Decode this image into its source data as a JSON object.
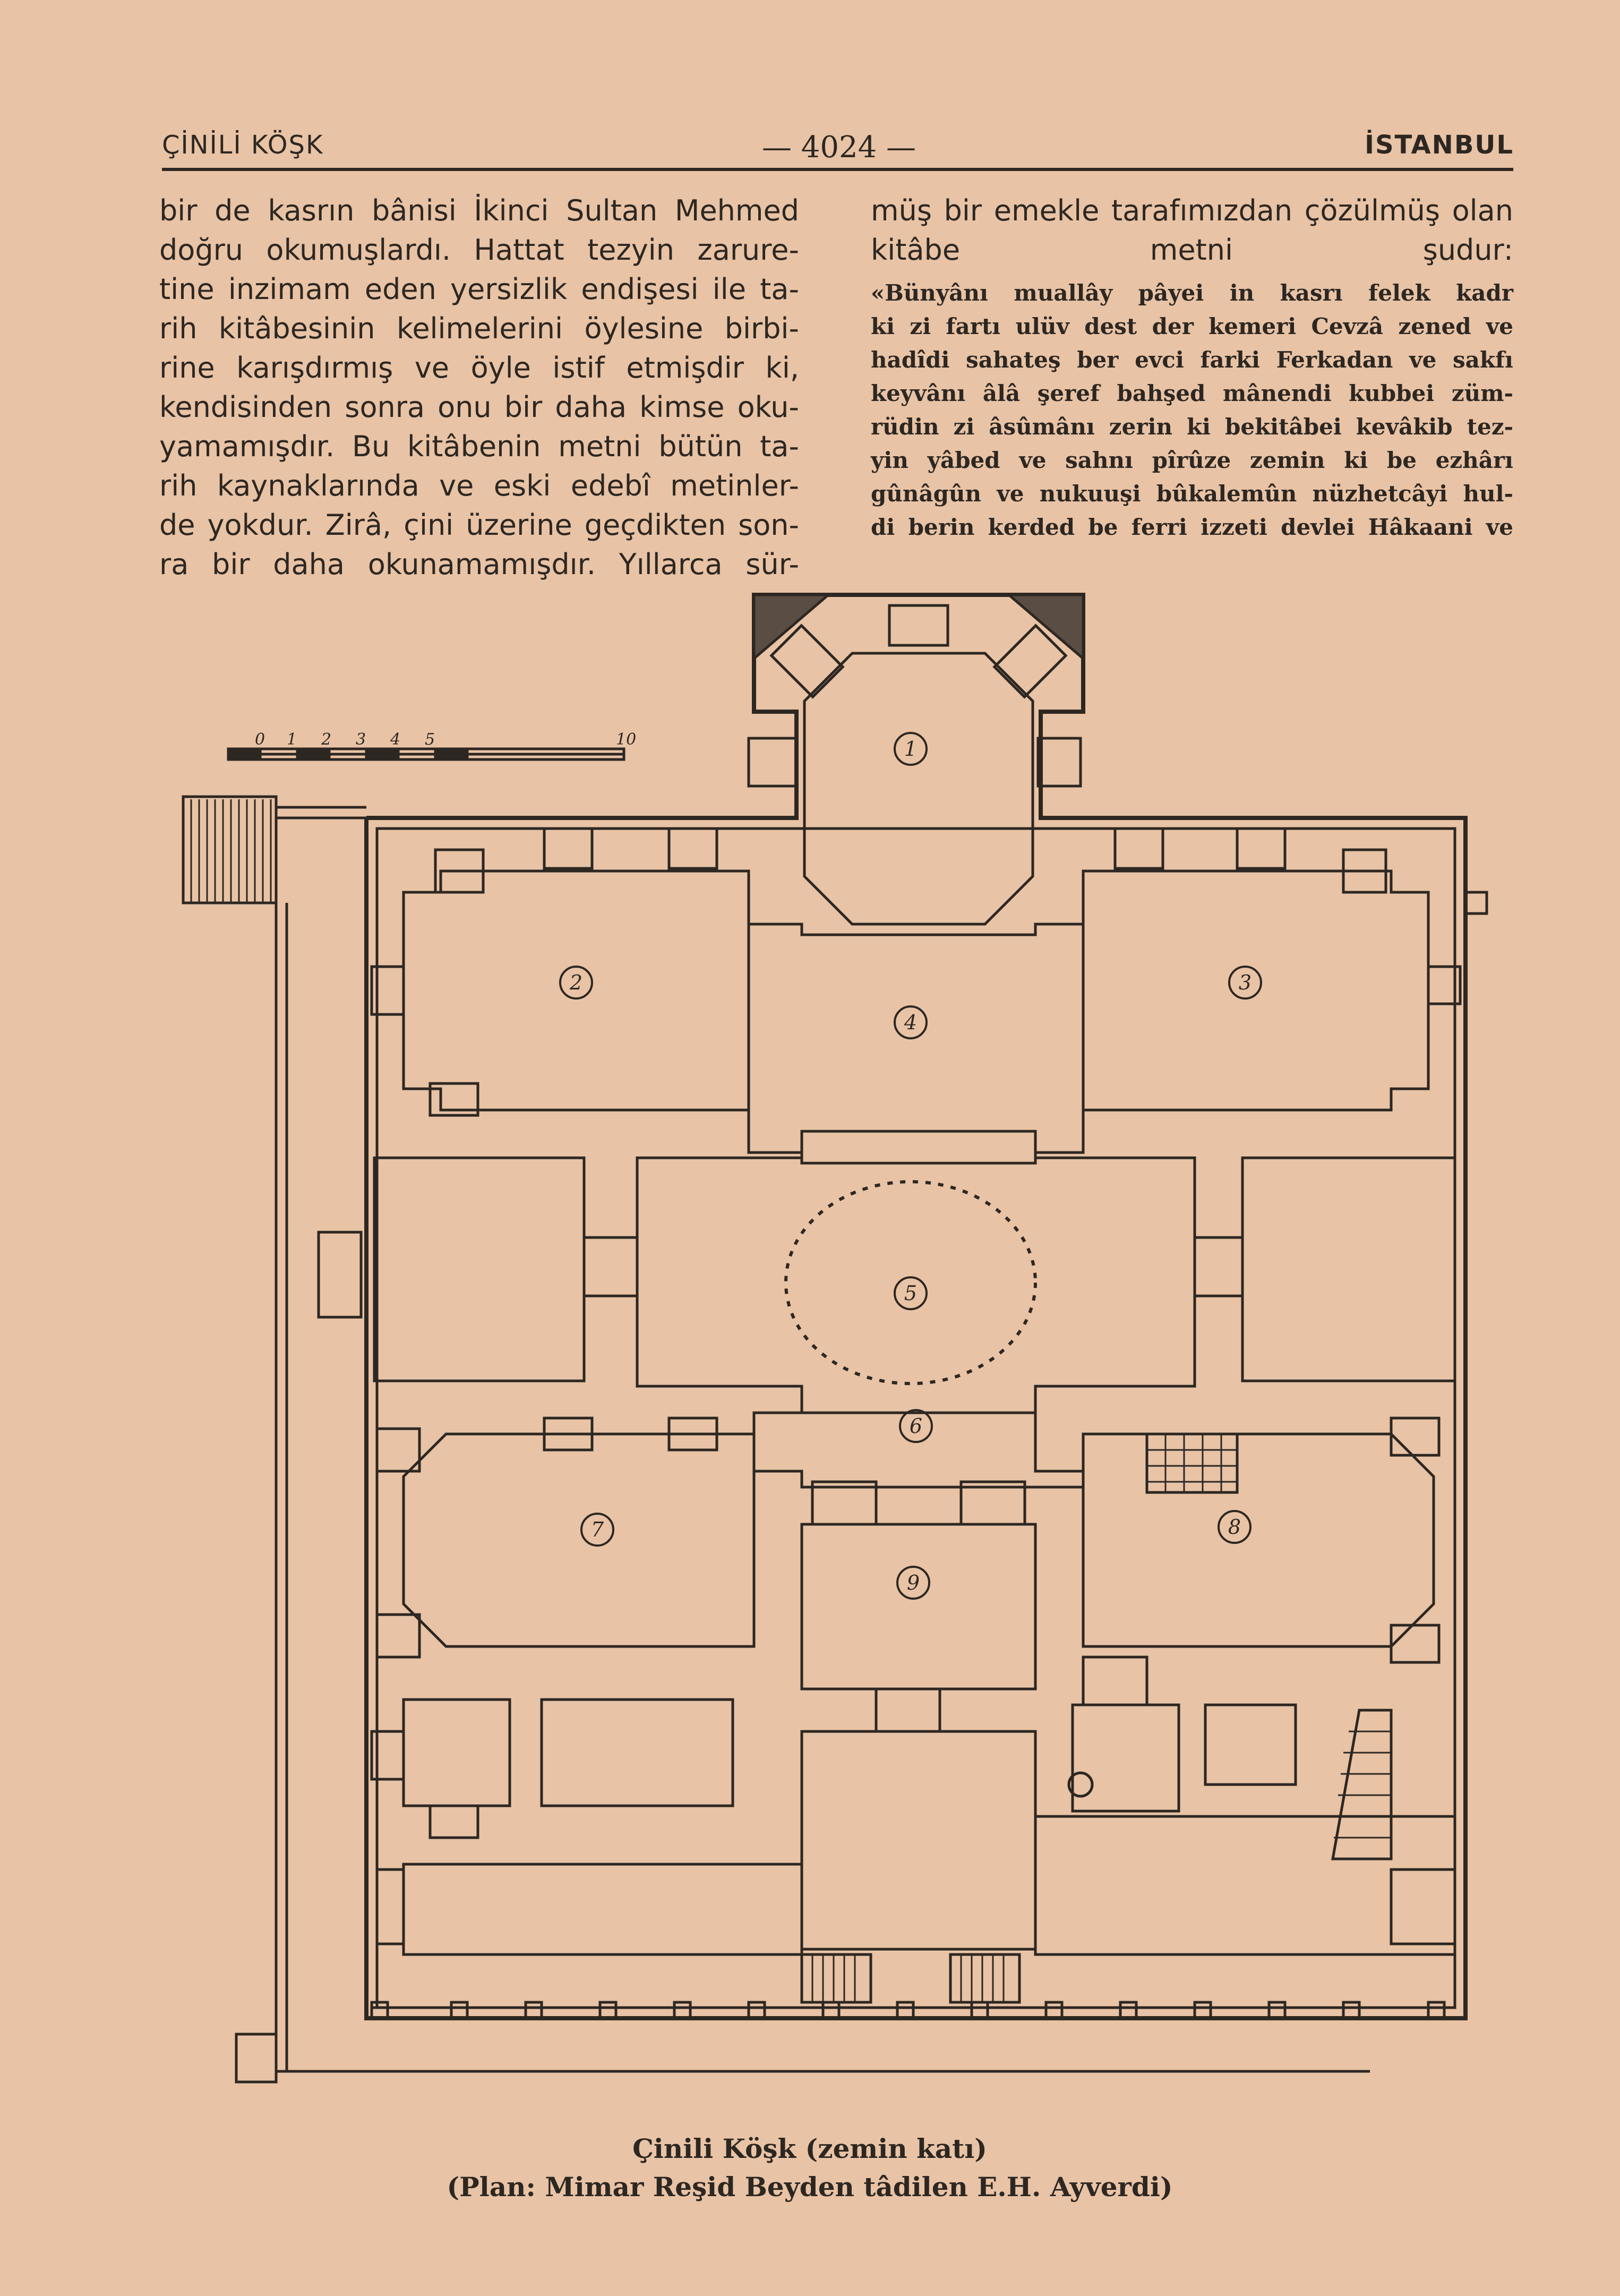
{
  "header": {
    "left": "ÇİNİLİ KÖŞK",
    "page_number": "— 4024 —",
    "right": "İSTANBUL"
  },
  "left_column": {
    "lines": [
      "bir de kasrın bânisi İkinci Sultan Mehmed",
      "doğru okumuşlardı. Hattat tezyin zarure-",
      "tine inzimam eden yersizlik endişesi ile ta-",
      "rih kitâbesinin kelimelerini öylesine birbi-",
      "rine karışdırmış ve öyle istif etmişdir ki,",
      "kendisinden sonra onu bir daha kimse oku-",
      "yamamışdır. Bu kitâbenin metni bütün ta-",
      "rih kaynaklarında ve eski edebî metinler-",
      "de yokdur. Zirâ, çini üzerine geçdikten son-",
      "ra bir daha okunamamışdır. Yıllarca sür-"
    ]
  },
  "right_column": {
    "intro_lines": [
      "müş bir emekle tarafımızdan çözülmüş olan",
      "kitâbe metni şudur:"
    ],
    "quote_lines": [
      "«Bünyânı muallây pâyei in kasrı felek kadr",
      "ki zi fartı ulüv dest der kemeri Cevzâ zened ve",
      "hadîdi sahateş ber evci farki Ferkadan ve sakfı",
      "keyvânı âlâ şeref bahşed mânendi kubbei züm-",
      "rüdin zi âsûmânı zerin ki bekitâbei kevâkib tez-",
      "yin yâbed ve sahnı pîrûze zemin ki be ezhârı",
      "gûnâgûn ve nukuuşi bûkalemûn nüzhetcâyi hul-",
      "di berin kerded be ferri izzeti devlei Hâkaani ve"
    ]
  },
  "plan": {
    "scale_labels": [
      "0",
      "1",
      "2",
      "3",
      "4",
      "5",
      "10"
    ],
    "room_numbers": [
      "1",
      "2",
      "3",
      "4",
      "5",
      "6",
      "7",
      "8",
      "9"
    ]
  },
  "caption": {
    "line1": "Çinili Köşk (zemin katı)",
    "line2": "(Plan: Mimar Reşid Beyden tâdilen E.H. Ayverdi)"
  }
}
